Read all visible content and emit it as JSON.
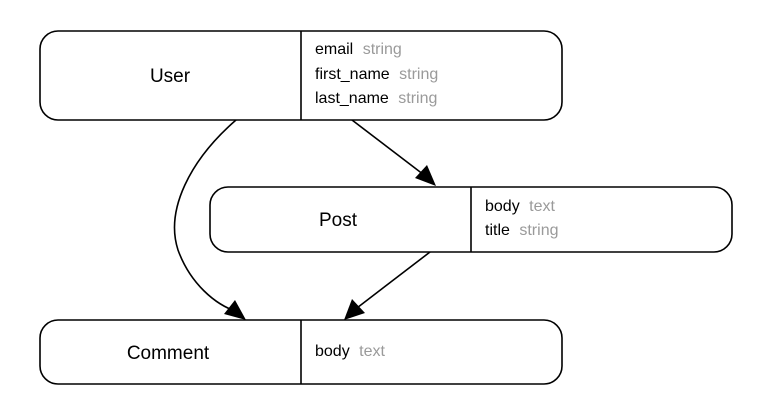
{
  "entities": {
    "user": {
      "name": "User",
      "fields": [
        {
          "name": "email",
          "type": "string"
        },
        {
          "name": "first_name",
          "type": "string"
        },
        {
          "name": "last_name",
          "type": "string"
        }
      ]
    },
    "post": {
      "name": "Post",
      "fields": [
        {
          "name": "body",
          "type": "text"
        },
        {
          "name": "title",
          "type": "string"
        }
      ]
    },
    "comment": {
      "name": "Comment",
      "fields": [
        {
          "name": "body",
          "type": "text"
        }
      ]
    }
  },
  "relations": [
    {
      "from": "user",
      "to": "post"
    },
    {
      "from": "user",
      "to": "comment"
    },
    {
      "from": "post",
      "to": "comment"
    }
  ]
}
